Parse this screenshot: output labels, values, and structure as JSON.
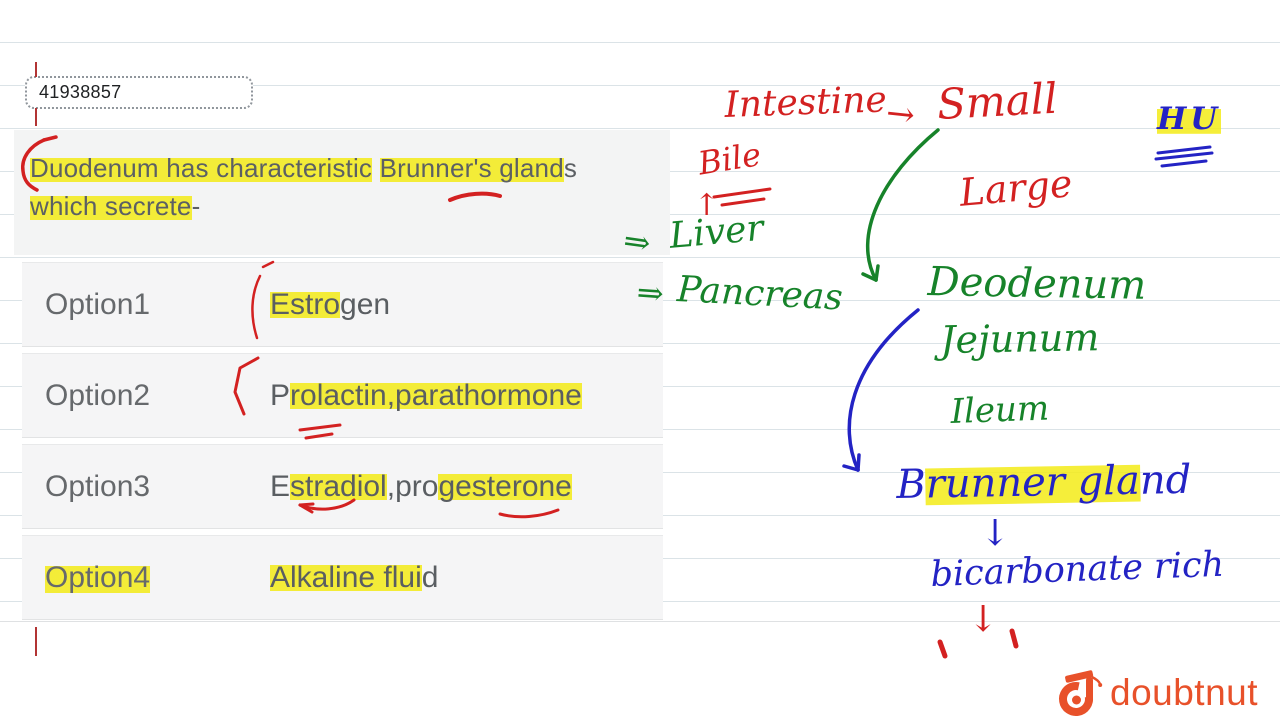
{
  "id_pill": {
    "value": "41938857"
  },
  "question": {
    "l1_hl": "Duodenum has characteristic",
    "l1_mid": " ",
    "l1_hl2": "Brunner's gland",
    "l1_end": "s",
    "l2_hl": "which secrete",
    "l2_end": "-"
  },
  "options": [
    {
      "label": "Option1",
      "v_pre": "",
      "v_hl": "Estro",
      "v_mid": "",
      "v_hl2": "",
      "v_end": "gen"
    },
    {
      "label": "Option2",
      "v_pre": "P",
      "v_hl": "rolactin,parathormone",
      "v_mid": "",
      "v_hl2": "",
      "v_end": ""
    },
    {
      "label": "Option3",
      "v_pre": "E",
      "v_hl": "stradiol",
      "v_mid": ",pro",
      "v_hl2": "gesterone",
      "v_end": ""
    },
    {
      "label": "Option4",
      "v_pre": "",
      "v_hl": "Alkaline flui",
      "v_mid": "",
      "v_hl2": "",
      "v_end": "d"
    }
  ],
  "annotations": {
    "intestine": "Intestine",
    "arrow_right": "→",
    "small": "Small",
    "large": "Large",
    "hu": "HU",
    "bile": "Bile",
    "up_arrow": "↑",
    "liver_arrow": "⇒",
    "liver": "Liver",
    "pancreas_arrow": "⇒",
    "pancreas": "Pancreas",
    "duodenum": "Deodenum",
    "jejunum": "Jejunum",
    "ileum": "Ileum",
    "brunner_pre": "B",
    "brunner_hl": "runner gla",
    "brunner_end": "nd",
    "down_arrow_blue": "↓",
    "bicarbonate": "bicarbonate rich",
    "down_arrow_red": "↓"
  },
  "logo": {
    "text": "doubtnut"
  },
  "colors": {
    "ink_red": "#d32121",
    "ink_green": "#17832a",
    "ink_blue": "#2323c4",
    "highlight_yellow": "#f3eb17",
    "logo_orange": "#e8512a",
    "card_gray": "#f3f4f4",
    "ruled_line": "#dbe3e7"
  }
}
